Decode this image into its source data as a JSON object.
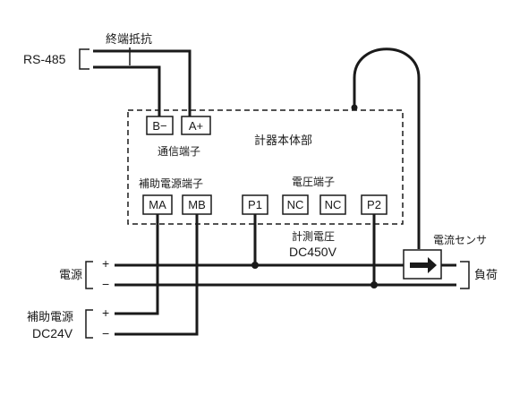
{
  "labels": {
    "termination_resistor": "終端抵抗",
    "rs485": "RS-485",
    "meter_body": "計器本体部",
    "comm_terminals": "通信端子",
    "aux_power_terminals": "補助電源端子",
    "voltage_terminals": "電圧端子",
    "measured_voltage": "計測電圧",
    "measured_voltage_value": "DC450V",
    "current_sensor": "電流センサ",
    "power_source": "電源",
    "load": "負荷",
    "aux_power": "補助電源",
    "aux_power_voltage": "DC24V",
    "plus": "+",
    "minus": "−"
  },
  "terminals": {
    "b_minus": "B−",
    "a_plus": "A+",
    "ma": "MA",
    "mb": "MB",
    "p1": "P1",
    "nc1": "NC",
    "nc2": "NC",
    "p2": "P2"
  },
  "colors": {
    "line": "#1a1a1a",
    "background": "#ffffff"
  }
}
